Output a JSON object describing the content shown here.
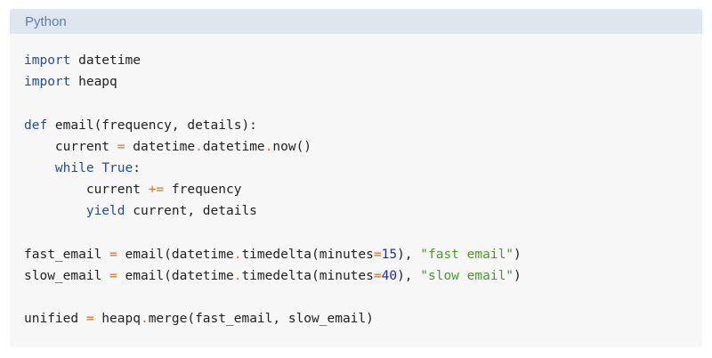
{
  "header": {
    "language": "Python"
  },
  "colors": {
    "keyword": "#2a4c8a",
    "operator": "#d7722a",
    "number": "#1f2bb8",
    "string": "#4b9a2e",
    "text": "#222222"
  },
  "code": {
    "l1": [
      "import",
      " datetime"
    ],
    "l2": [
      "import",
      " heapq"
    ],
    "l4": [
      "def",
      " email(frequency, details):"
    ],
    "l5": [
      "    current ",
      "=",
      " datetime",
      ".",
      "datetime",
      ".",
      "now()"
    ],
    "l6": [
      "    ",
      "while",
      " ",
      "True",
      ":"
    ],
    "l7": [
      "        current ",
      "+=",
      " frequency"
    ],
    "l8": [
      "        ",
      "yield",
      " current, details"
    ],
    "l10": [
      "fast_email ",
      "=",
      " email(datetime",
      ".",
      "timedelta(minutes",
      "=",
      "15",
      "), ",
      "\"fast email\"",
      ")"
    ],
    "l11": [
      "slow_email ",
      "=",
      " email(datetime",
      ".",
      "timedelta(minutes",
      "=",
      "40",
      "), ",
      "\"slow email\"",
      ")"
    ],
    "l13": [
      "unified ",
      "=",
      " heapq",
      ".",
      "merge(fast_email, slow_email)"
    ]
  }
}
